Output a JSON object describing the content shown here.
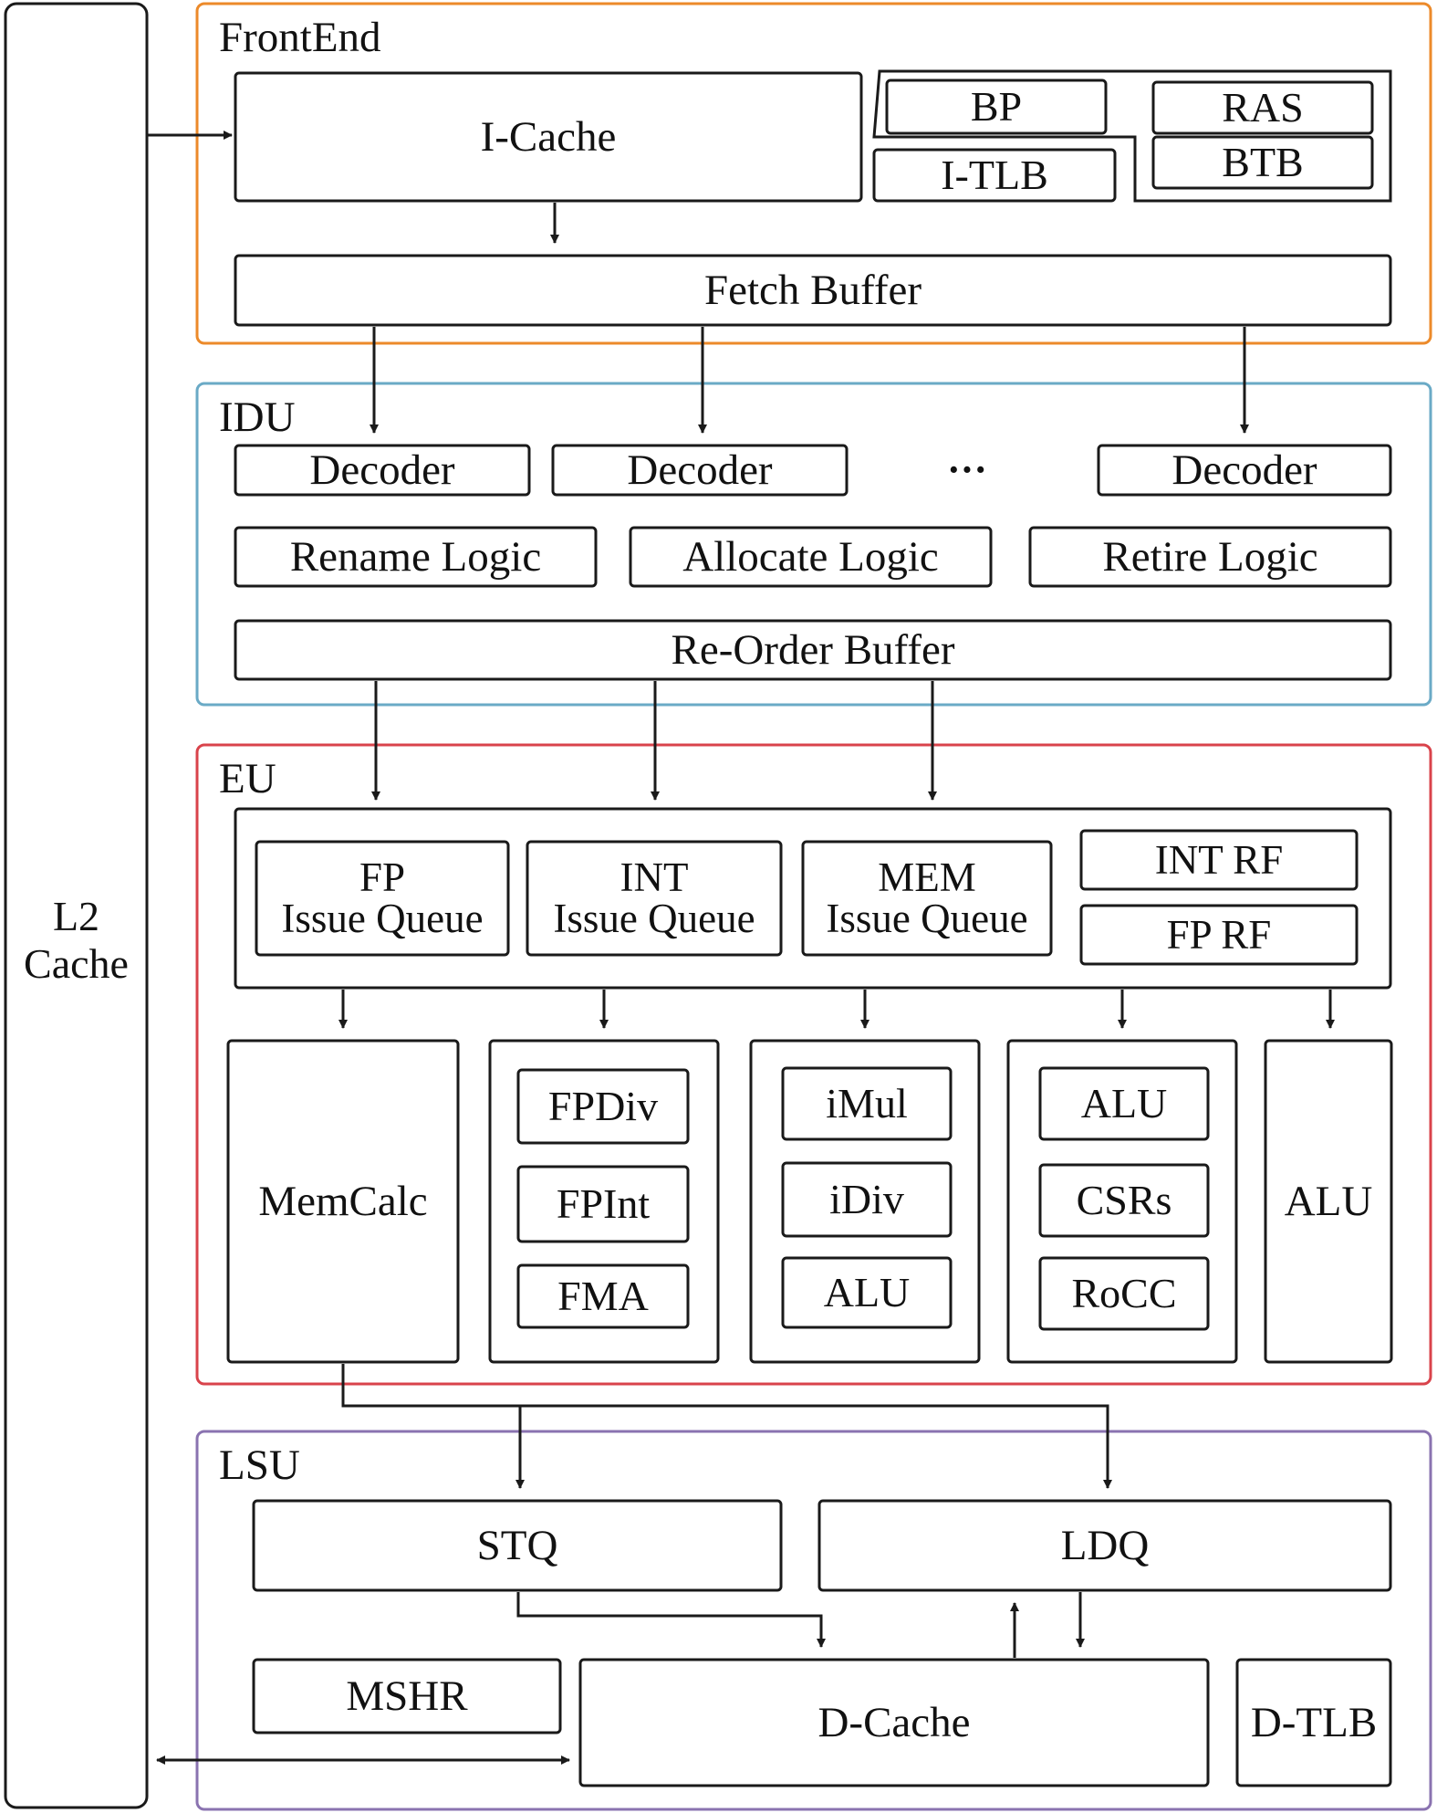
{
  "colors": {
    "frontend": "#ec8a2a",
    "idu": "#6aaac6",
    "eu": "#d9434b",
    "lsu": "#8a73b0",
    "stroke": "#1a1a1a"
  },
  "l2": {
    "line1": "L2",
    "line2": "Cache"
  },
  "frontend": {
    "title": "FrontEnd",
    "icache": "I-Cache",
    "bp": "BP",
    "ras": "RAS",
    "btb": "BTB",
    "itlb": "I-TLB",
    "fetch_buffer": "Fetch Buffer"
  },
  "idu": {
    "title": "IDU",
    "decoder_1": "Decoder",
    "decoder_2": "Decoder",
    "ellipsis": "···",
    "decoder_n": "Decoder",
    "rename": "Rename Logic",
    "allocate": "Allocate Logic",
    "retire": "Retire Logic",
    "rob": "Re-Order Buffer"
  },
  "eu": {
    "title": "EU",
    "fp_iq_1": "FP",
    "fp_iq_2": "Issue Queue",
    "int_iq_1": "INT",
    "int_iq_2": "Issue Queue",
    "mem_iq_1": "MEM",
    "mem_iq_2": "Issue Queue",
    "int_rf": "INT RF",
    "fp_rf": "FP RF",
    "memcalc": "MemCalc",
    "fpdiv": "FPDiv",
    "fpint": "FPInt",
    "fma": "FMA",
    "imul": "iMul",
    "idiv": "iDiv",
    "alu_int": "ALU",
    "alu_a": "ALU",
    "csrs": "CSRs",
    "rocc": "RoCC",
    "alu_b": "ALU"
  },
  "lsu": {
    "title": "LSU",
    "stq": "STQ",
    "ldq": "LDQ",
    "mshr": "MSHR",
    "dcache": "D-Cache",
    "dtlb": "D-TLB"
  }
}
